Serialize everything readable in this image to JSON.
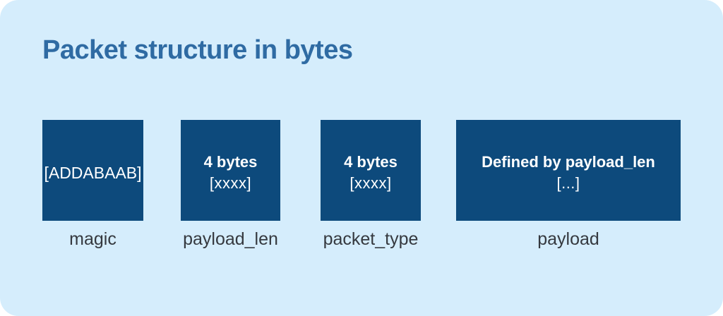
{
  "title": "Packet structure in bytes",
  "colors": {
    "page_bg": "#ffffff",
    "card_bg": "#d5edfc",
    "box_bg": "#0d4a7c",
    "box_text": "#ffffff",
    "title_color": "#2f6ba3",
    "label_color": "#35393f"
  },
  "fields": [
    {
      "label": "magic",
      "line1": "[ADDABAAB]"
    },
    {
      "label": "payload_len",
      "line1": "4 bytes",
      "line2": "[xxxx]"
    },
    {
      "label": "packet_type",
      "line1": "4 bytes",
      "line2": "[xxxx]"
    },
    {
      "label": "payload",
      "line1": "Defined by payload_len",
      "line2": "[...]"
    }
  ]
}
